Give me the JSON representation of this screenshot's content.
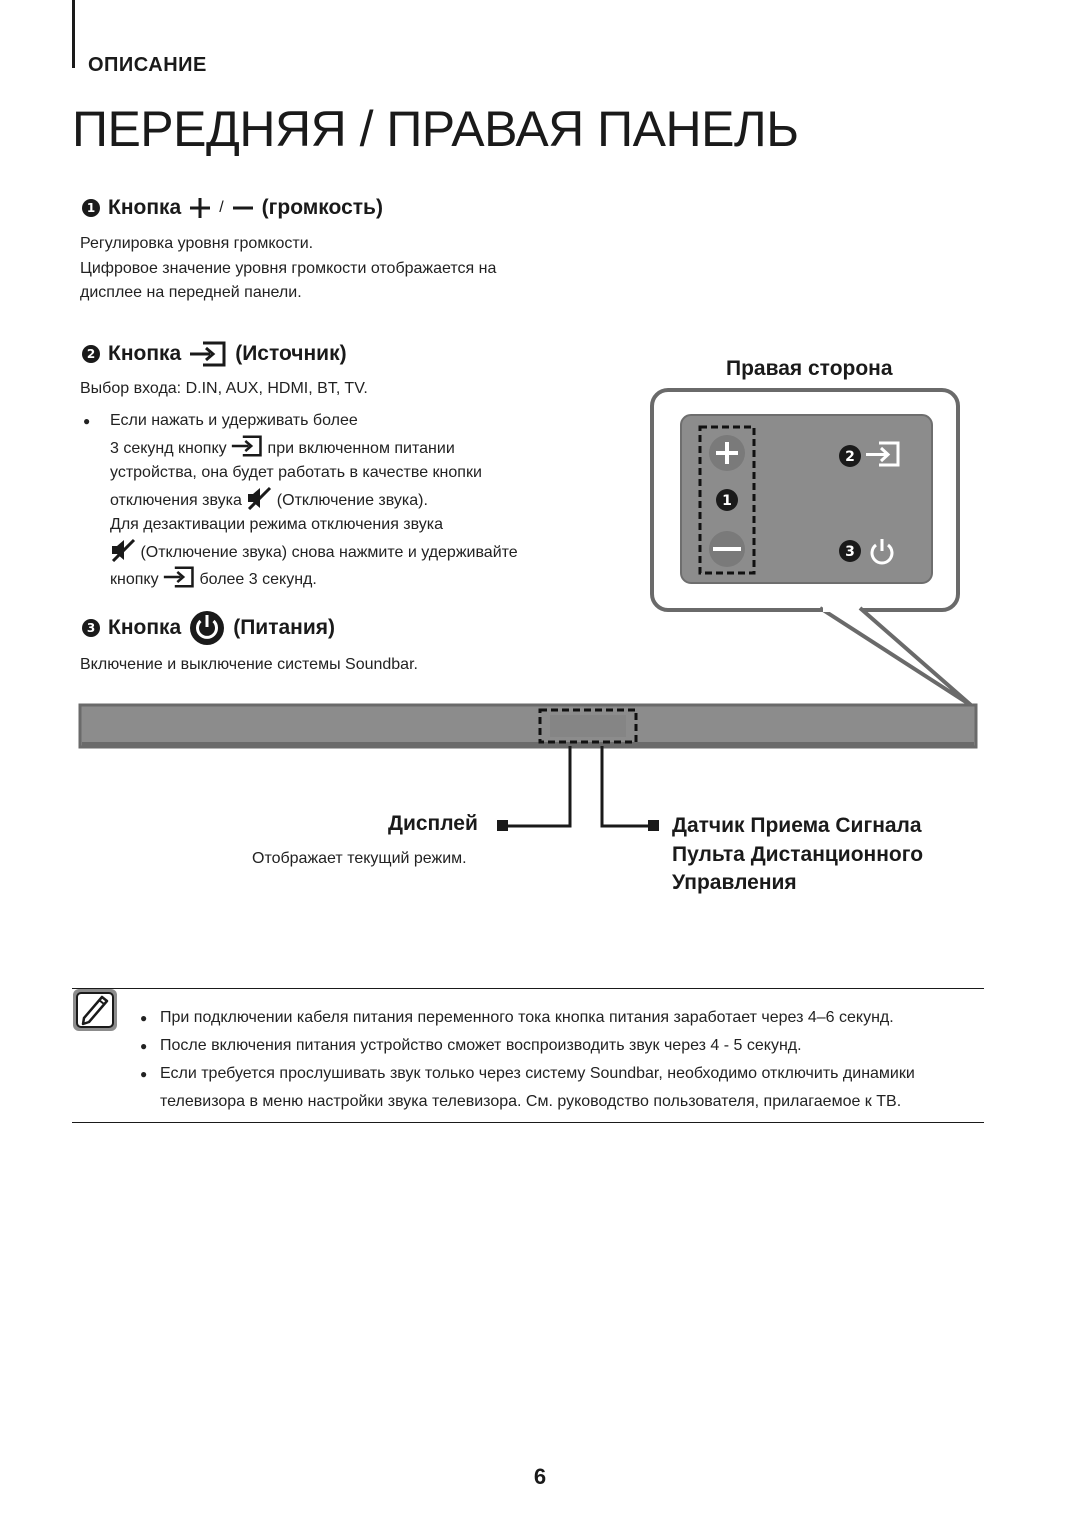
{
  "header": {
    "section": "ОПИСАНИЕ",
    "title": "ПЕРЕДНЯЯ / ПРАВАЯ ПАНЕЛЬ"
  },
  "item1": {
    "num": "1",
    "label": "Кнопка",
    "slash": "/",
    "suffix": "(громкость)",
    "lines": [
      "Регулировка уровня громкости.",
      "Цифровое значение уровня громкости отображается на",
      "дисплее на передней панели."
    ]
  },
  "item2": {
    "num": "2",
    "label": "Кнопка",
    "suffix": "(Источник)",
    "desc": "Выбор входа: D.IN, AUX, HDMI, BT, TV.",
    "bullet_dot": "●",
    "bullet": {
      "l1": "Если нажать и удерживать более",
      "l2a": "3 секунд кнопку",
      "l2b": "при включенном питании",
      "l3": "устройства, она будет работать в качестве кнопки",
      "l4a": "отключения звука",
      "l4b": "(Отключение звука).",
      "l5": "Для дезактивации режима отключения звука",
      "l6": "(Отключение звука) снова нажмите и удерживайте",
      "l7a": "кнопку",
      "l7b": "более 3 секунд."
    }
  },
  "item3": {
    "num": "3",
    "label": "Кнопка",
    "suffix": "(Питания)",
    "desc": "Включение и выключение системы Soundbar."
  },
  "diagram": {
    "right_side_title": "Правая сторона",
    "badge1": "1",
    "badge2": "2",
    "badge3": "3",
    "display_label": "Дисплей",
    "display_desc": "Отображает текущий режим.",
    "sensor_label_1": "Датчик Приема Сигнала",
    "sensor_label_2": "Пульта Дистанционного",
    "sensor_label_3": "Управления"
  },
  "notes": {
    "dot": "●",
    "items": [
      "При подключении кабеля питания переменного тока кнопка питания заработает через 4–6 секунд.",
      "После включения питания устройство сможет воспроизводить звук через 4 - 5 секунд.",
      "Если требуется прослушивать звук только через систему Soundbar, необходимо отключить динамики телевизора в меню настройки звука телевизора. См. руководство пользователя, прилагаемое к ТВ."
    ]
  },
  "page_number": "6",
  "colors": {
    "text": "#1a1a1a",
    "panel": "#8c8c8c",
    "panel_dark": "#6e6e6e"
  },
  "icons": [
    "plus-icon",
    "minus-icon",
    "source-icon",
    "mute-icon",
    "power-icon",
    "note-pencil-icon"
  ]
}
